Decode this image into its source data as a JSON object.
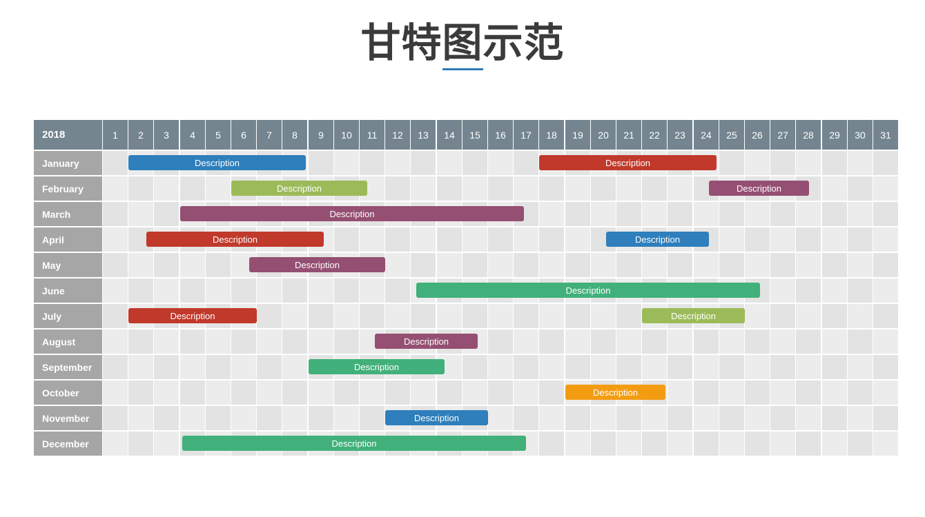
{
  "title": "甘特图示范",
  "chart_data": {
    "type": "gantt",
    "year": "2018",
    "days": [
      "1",
      "2",
      "3",
      "4",
      "5",
      "6",
      "7",
      "8",
      "9",
      "10",
      "11",
      "12",
      "13",
      "14",
      "15",
      "16",
      "17",
      "18",
      "19",
      "20",
      "21",
      "22",
      "23",
      "24",
      "25",
      "26",
      "27",
      "28",
      "29",
      "30",
      "31"
    ],
    "months": [
      "January",
      "February",
      "March",
      "April",
      "May",
      "June",
      "July",
      "August",
      "September",
      "October",
      "November",
      "December"
    ],
    "colors": {
      "blue": "#2e7fbb",
      "red": "#c0392b",
      "lime": "#9bbb59",
      "purple": "#944f72",
      "green": "#41b07a",
      "orange": "#f39c12"
    },
    "tasks": [
      {
        "month": 0,
        "start": 2,
        "end": 8.9,
        "label": "Description",
        "color": "blue"
      },
      {
        "month": 0,
        "start": 18,
        "end": 24.9,
        "label": "Description",
        "color": "red"
      },
      {
        "month": 1,
        "start": 6,
        "end": 11.3,
        "label": "Description",
        "color": "lime"
      },
      {
        "month": 1,
        "start": 24.6,
        "end": 28.5,
        "label": "Description",
        "color": "purple"
      },
      {
        "month": 2,
        "start": 4,
        "end": 17.4,
        "label": "Description",
        "color": "purple"
      },
      {
        "month": 3,
        "start": 2.7,
        "end": 9.6,
        "label": "Description",
        "color": "red"
      },
      {
        "month": 3,
        "start": 20.6,
        "end": 24.6,
        "label": "Description",
        "color": "blue"
      },
      {
        "month": 4,
        "start": 6.7,
        "end": 12,
        "label": "Description",
        "color": "purple"
      },
      {
        "month": 5,
        "start": 13.2,
        "end": 26.6,
        "label": "Description",
        "color": "green"
      },
      {
        "month": 6,
        "start": 2,
        "end": 7,
        "label": "Description",
        "color": "red"
      },
      {
        "month": 6,
        "start": 22,
        "end": 26,
        "label": "Description",
        "color": "lime"
      },
      {
        "month": 7,
        "start": 11.6,
        "end": 15.6,
        "label": "Description",
        "color": "purple"
      },
      {
        "month": 8,
        "start": 9,
        "end": 14.3,
        "label": "Description",
        "color": "green"
      },
      {
        "month": 9,
        "start": 19,
        "end": 22.9,
        "label": "Description",
        "color": "orange"
      },
      {
        "month": 10,
        "start": 12,
        "end": 16,
        "label": "Description",
        "color": "blue"
      },
      {
        "month": 11,
        "start": 4.1,
        "end": 17.5,
        "label": "Description",
        "color": "green"
      }
    ]
  }
}
